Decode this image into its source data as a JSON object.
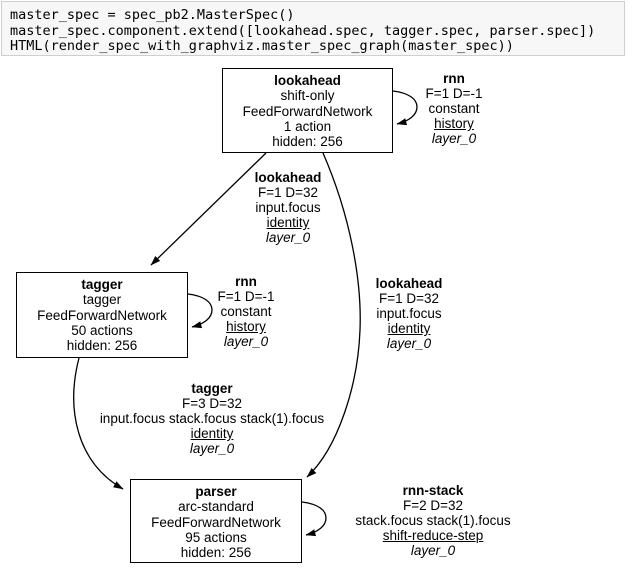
{
  "code_cell": {
    "lines": [
      "master_spec = spec_pb2.MasterSpec()",
      "master_spec.component.extend([lookahead.spec, tagger.spec, parser.spec])",
      "HTML(render_spec_with_graphviz.master_spec_graph(master_spec))"
    ]
  },
  "graph": {
    "nodes": {
      "lookahead": {
        "rows": [
          "lookahead",
          "shift-only",
          "FeedForwardNetwork",
          "1 action",
          "hidden: 256"
        ]
      },
      "tagger": {
        "rows": [
          "tagger",
          "tagger",
          "FeedForwardNetwork",
          "50 actions",
          "hidden: 256"
        ]
      },
      "parser": {
        "rows": [
          "parser",
          "arc-standard",
          "FeedForwardNetwork",
          "95 actions",
          "hidden: 256"
        ]
      }
    },
    "labels": {
      "rnn_lookahead": {
        "rows": [
          "rnn",
          "F=1 D=-1",
          "constant",
          "history",
          "layer_0"
        ]
      },
      "rnn_tagger": {
        "rows": [
          "rnn",
          "F=1 D=-1",
          "constant",
          "history",
          "layer_0"
        ]
      },
      "rnn_stack_parser": {
        "rows": [
          "rnn-stack",
          "F=2 D=32",
          "stack.focus stack(1).focus",
          "shift-reduce-step",
          "layer_0"
        ]
      },
      "edge_lookahead_tagger": {
        "rows": [
          "lookahead",
          "F=1 D=32",
          "input.focus",
          "identity",
          "layer_0"
        ]
      },
      "edge_lookahead_parser": {
        "rows": [
          "lookahead",
          "F=1 D=32",
          "input.focus",
          "identity",
          "layer_0"
        ]
      },
      "edge_tagger_parser": {
        "rows": [
          "tagger",
          "F=3 D=32",
          "input.focus stack.focus stack(1).focus",
          "identity",
          "layer_0"
        ]
      }
    }
  },
  "colors": {
    "code_bg": "#f7f7f7",
    "code_border": "#cfcfcf",
    "ink": "#000000",
    "bg": "#ffffff"
  }
}
